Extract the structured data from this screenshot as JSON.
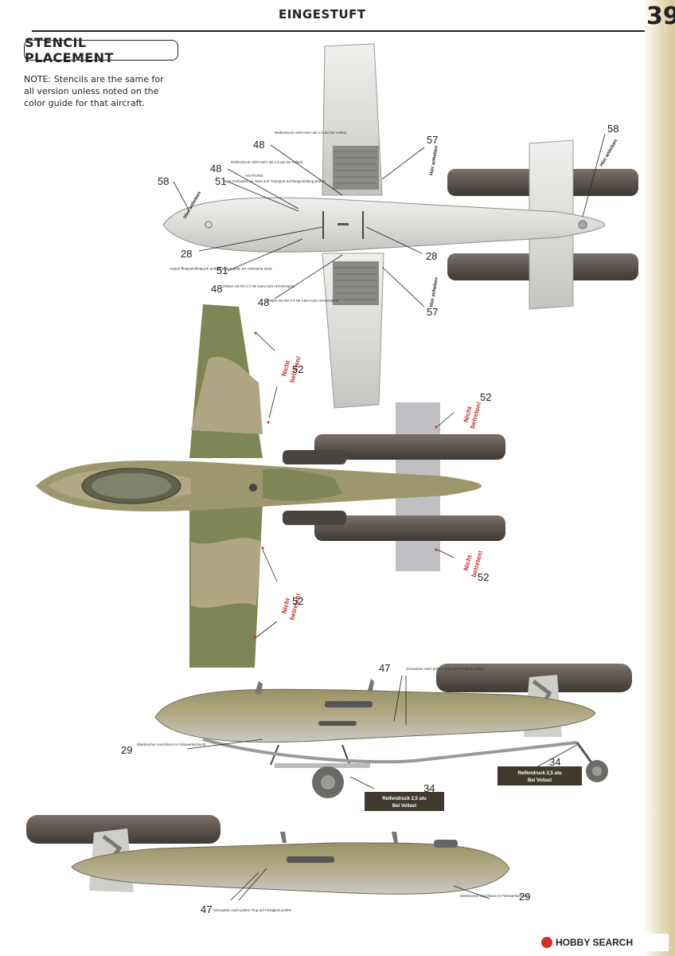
{
  "header": {
    "section_title": "EINGESTUFT",
    "page_number": "39"
  },
  "stencil": {
    "title": "STENCIL PLACEMENT",
    "note": "NOTE: Stencils are the same for all version unless noted on the color guide for that aircraft."
  },
  "colors": {
    "green": "#7d8452",
    "tan": "#b6a683",
    "grey": "#d4d4d1",
    "engine": "#59524c",
    "red": "#c8281e"
  },
  "stencils": {
    "s48": "Reifendruck nicht mehr als 2,2 atu bei Vollast",
    "s51_title": "ACHTUNG:",
    "s51_text": "Stets Schlüsser vor Start und Transport auf Biegestellung prüfen",
    "hier_anheben": "Hier anheben",
    "nicht_betreten_1": "Nicht",
    "nicht_betreten_2": "betreten!",
    "s47": "Schrauben nach jedem Flug auf Festigkeit prüfen",
    "s29": "Elektrischer Anschluss im Fahrwerkschacht",
    "s34a_1": "Reifendruck 2,5 atu",
    "s34a_2": "Bei Vollast",
    "s34b_1": "Reifendruck 2,5 atu",
    "s34b_2": "Bei Vollast"
  },
  "callouts": {
    "c58": "58",
    "c57": "57",
    "c48": "48",
    "c51": "51",
    "c28": "28",
    "c52": "52",
    "c47": "47",
    "c29": "29",
    "c34": "34"
  },
  "watermark": {
    "text": "HOBBY SEARCH"
  }
}
